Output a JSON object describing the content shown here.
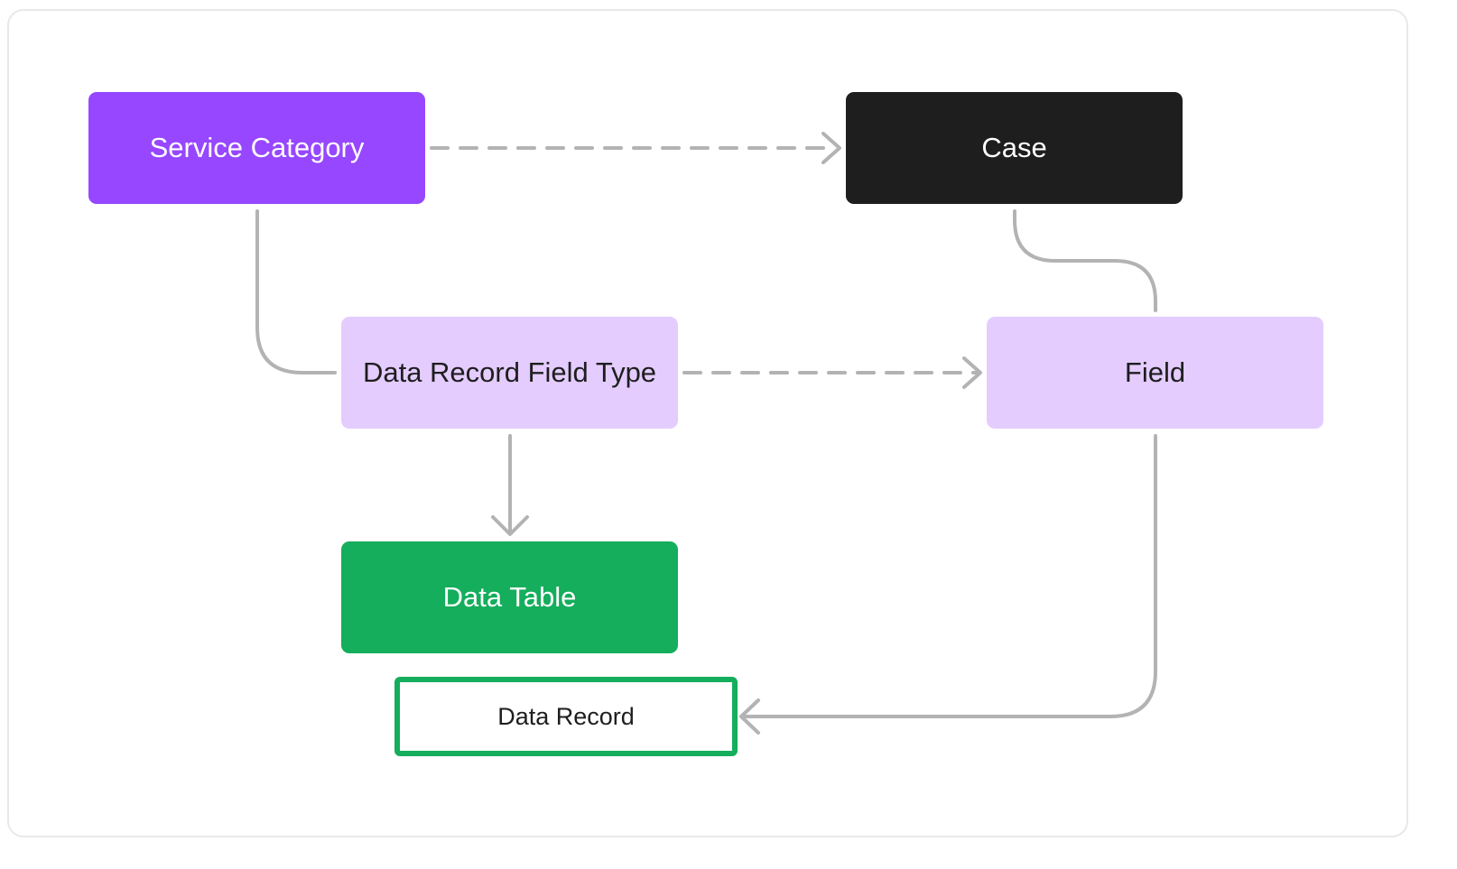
{
  "diagram": {
    "nodes": {
      "service_category": "Service Category",
      "case": "Case",
      "data_record_field_type": "Data Record Field Type",
      "field": "Field",
      "data_table": "Data Table",
      "data_record": "Data Record"
    },
    "edges": [
      {
        "from": "Service Category",
        "to": "Case",
        "style": "dashed",
        "arrow": true
      },
      {
        "from": "Service Category",
        "to": "Data Record Field Type",
        "style": "solid",
        "arrow": false
      },
      {
        "from": "Data Record Field Type",
        "to": "Field",
        "style": "dashed",
        "arrow": true
      },
      {
        "from": "Data Record Field Type",
        "to": "Data Table",
        "style": "solid",
        "arrow": true
      },
      {
        "from": "Case",
        "to": "Field",
        "style": "solid",
        "arrow": false
      },
      {
        "from": "Field",
        "to": "Data Record",
        "style": "solid",
        "arrow": true
      }
    ],
    "colors": {
      "service_category": "#9747ff",
      "case": "#1e1e1e",
      "light_purple": "#e4ccff",
      "data_table": "#14ae5c",
      "data_record_border": "#14ae5c",
      "connector": "#b3b3b3"
    }
  }
}
